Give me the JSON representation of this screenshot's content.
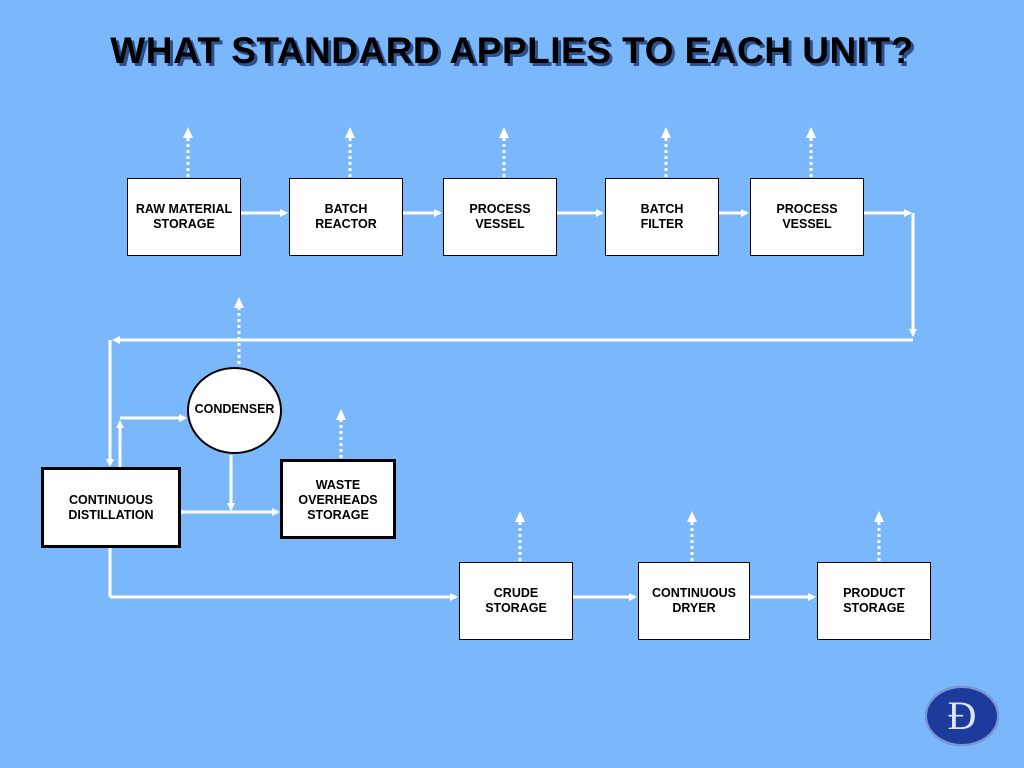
{
  "title": "WHAT STANDARD APPLIES TO EACH UNIT?",
  "units": {
    "raw_material_storage": [
      "RAW MATERIAL",
      "STORAGE"
    ],
    "batch_reactor": [
      "BATCH",
      "REACTOR"
    ],
    "process_vessel_1": [
      "PROCESS",
      "VESSEL"
    ],
    "batch_filter": [
      "BATCH",
      "FILTER"
    ],
    "process_vessel_2": [
      "PROCESS",
      "VESSEL"
    ],
    "condenser": "CONDENSER",
    "continuous_distillation": [
      "CONTINUOUS",
      "DISTILLATION"
    ],
    "waste_overheads_storage": [
      "WASTE",
      "OVERHEADS",
      "STORAGE"
    ],
    "crude_storage": [
      "CRUDE",
      "STORAGE"
    ],
    "continuous_dryer": [
      "CONTINUOUS",
      "DRYER"
    ],
    "product_storage": [
      "PRODUCT",
      "STORAGE"
    ]
  },
  "logo_letter": "Đ",
  "colors": {
    "background": "#7ab8fb",
    "box_fill": "#ffffff",
    "flow_line": "#ffffff",
    "logo": "#1d3b9a"
  },
  "icons": {
    "logo": "d-monogram-logo"
  }
}
